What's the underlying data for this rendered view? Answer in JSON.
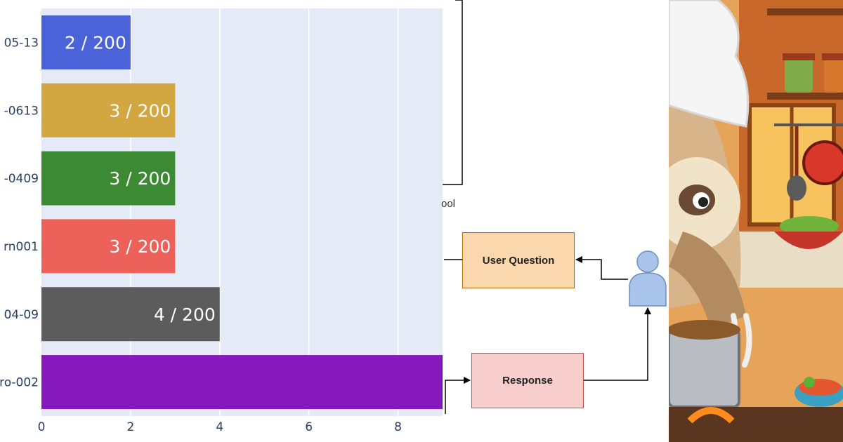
{
  "chart_data": {
    "type": "bar",
    "orientation": "horizontal",
    "categories": [
      "05-13",
      "-0613",
      "-0409",
      "rn001",
      "04-09",
      "ro-002"
    ],
    "values": [
      2,
      3,
      3,
      3,
      4,
      9
    ],
    "bar_labels": [
      "2 / 200",
      "3 / 200",
      "3 / 200",
      "3 / 200",
      "4 / 200",
      ""
    ],
    "colors": [
      "#4b63d8",
      "#d2a640",
      "#3c8a33",
      "#ec6159",
      "#5c5c5c",
      "#8519be"
    ],
    "xticks": [
      0,
      2,
      4,
      6,
      8
    ],
    "xlim": [
      0,
      9
    ],
    "grid": true,
    "plot_background": "#e5ebf6",
    "title": "",
    "xlabel": "",
    "ylabel": ""
  },
  "diagram": {
    "tool_label": "ool",
    "user_question": {
      "label": "User Question",
      "fill": "#fad7ac",
      "border": "#b46504"
    },
    "response": {
      "label": "Response",
      "fill": "#f8cecc",
      "border": "#b85450"
    },
    "user_icon": "user-icon"
  },
  "illustration": {
    "subject": "sloth-chef-cooking-illustration"
  }
}
